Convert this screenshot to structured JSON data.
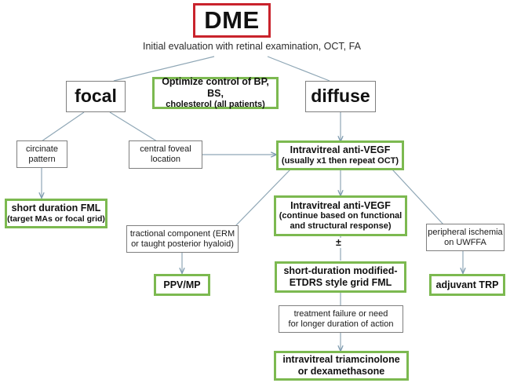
{
  "diagram": {
    "title": "DME",
    "subtitle": "Initial evaluation with retinal examination, OCT, FA",
    "pm_symbol": "±",
    "colors": {
      "root_border": "#c9232c",
      "green_border": "#7cb950",
      "plain_border": "#7f7f7f",
      "edge": "#7f9cb0",
      "background": "#ffffff"
    }
  },
  "nodes": {
    "root": {
      "label": "DME"
    },
    "focal": {
      "label": "focal"
    },
    "optimize": {
      "line1": "Optimize control of BP, BS,",
      "line2": "cholesterol (all patients)"
    },
    "diffuse": {
      "label": "diffuse"
    },
    "circinate": {
      "line1": "circinate",
      "line2": "pattern"
    },
    "central_foveal": {
      "line1": "central foveal",
      "line2": "location"
    },
    "antivegf1": {
      "line1": "Intravitreal anti-VEGF",
      "line2": "(usually x1 then repeat OCT)"
    },
    "short_duration_fml": {
      "line1": "short duration FML",
      "line2": "(target MAs or focal grid)"
    },
    "antivegf2": {
      "line1": "Intravitreal anti-VEGF",
      "line2": "(continue based on functional",
      "line3": "and structural response)"
    },
    "tractional": {
      "line1": "tractional component (ERM",
      "line2": "or taught posterior hyaloid)"
    },
    "peripheral_ischemia": {
      "line1": "peripheral ischemia",
      "line2": "on UWFFA"
    },
    "ppv_mp": {
      "label": "PPV/MP"
    },
    "etdrs_grid": {
      "line1": "short-duration modified-",
      "line2": "ETDRS style grid FML"
    },
    "adjuvant_trp": {
      "label": "adjuvant TRP"
    },
    "treatment_failure": {
      "line1": "treatment failure or need",
      "line2": "for longer duration of action"
    },
    "triamcinolone": {
      "line1": "intravitreal triamcinolone",
      "line2": "or dexamethasone"
    }
  }
}
